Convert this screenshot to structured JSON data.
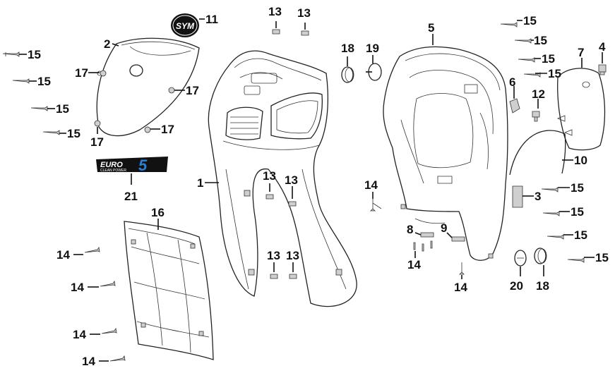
{
  "callouts": [
    {
      "id": "c11",
      "text": "11"
    },
    {
      "id": "c13a",
      "text": "13"
    },
    {
      "id": "c13b",
      "text": "13"
    },
    {
      "id": "c15a",
      "text": "15"
    },
    {
      "id": "c15b",
      "text": "15"
    },
    {
      "id": "c15c",
      "text": "15"
    },
    {
      "id": "c15d",
      "text": "15"
    },
    {
      "id": "c15e",
      "text": "15"
    },
    {
      "id": "c15f",
      "text": "15"
    },
    {
      "id": "c15g",
      "text": "15"
    },
    {
      "id": "c15h",
      "text": "15"
    },
    {
      "id": "c15i",
      "text": "15"
    },
    {
      "id": "c15j",
      "text": "15"
    },
    {
      "id": "c15k",
      "text": "15"
    },
    {
      "id": "c15l",
      "text": "15"
    },
    {
      "id": "c2",
      "text": "2"
    },
    {
      "id": "c17a",
      "text": "17"
    },
    {
      "id": "c17b",
      "text": "17"
    },
    {
      "id": "c17c",
      "text": "17"
    },
    {
      "id": "c17d",
      "text": "17"
    },
    {
      "id": "c21",
      "text": "21"
    },
    {
      "id": "c5",
      "text": "5"
    },
    {
      "id": "c18a",
      "text": "18"
    },
    {
      "id": "c19",
      "text": "19"
    },
    {
      "id": "c7",
      "text": "7"
    },
    {
      "id": "c4",
      "text": "4"
    },
    {
      "id": "c6",
      "text": "6"
    },
    {
      "id": "c12",
      "text": "12"
    },
    {
      "id": "c10",
      "text": "10"
    },
    {
      "id": "c3",
      "text": "3"
    },
    {
      "id": "c1",
      "text": "1"
    },
    {
      "id": "c13c",
      "text": "13"
    },
    {
      "id": "c13d",
      "text": "13"
    },
    {
      "id": "c13e",
      "text": "13"
    },
    {
      "id": "c13f",
      "text": "13"
    },
    {
      "id": "c14a",
      "text": "14"
    },
    {
      "id": "c14b",
      "text": "14"
    },
    {
      "id": "c14c",
      "text": "14"
    },
    {
      "id": "c14d",
      "text": "14"
    },
    {
      "id": "c14e",
      "text": "14"
    },
    {
      "id": "c14f",
      "text": "14"
    },
    {
      "id": "c14g",
      "text": "14"
    },
    {
      "id": "c16",
      "text": "16"
    },
    {
      "id": "c8",
      "text": "8"
    },
    {
      "id": "c9",
      "text": "9"
    },
    {
      "id": "c20",
      "text": "20"
    },
    {
      "id": "c18b",
      "text": "18"
    }
  ],
  "logos": {
    "sym": "SYM",
    "euro": "EURO",
    "euro_num": "5",
    "euro_sub": "CLEAN POWER"
  },
  "colors": {
    "ink": "#111111",
    "badge_blue": "#2a7fd4",
    "badge_dark": "#111111"
  }
}
